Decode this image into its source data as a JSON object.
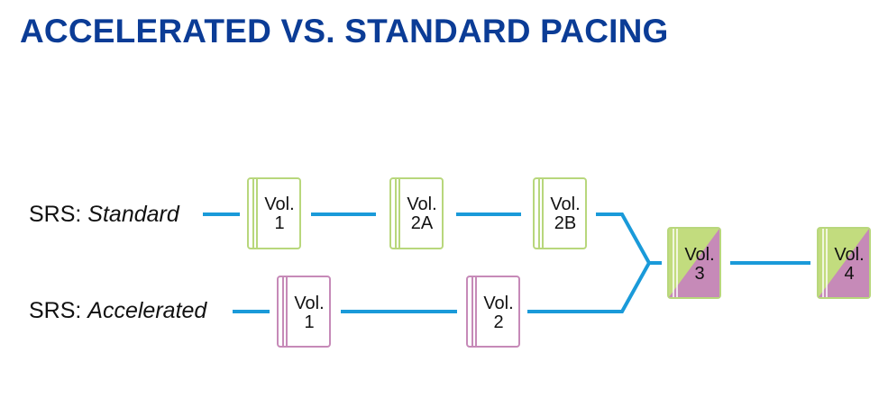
{
  "title": "ACCELERATED VS. STANDARD PACING",
  "tracks": {
    "standard": {
      "prefix": "SRS: ",
      "mode": "Standard"
    },
    "accelerated": {
      "prefix": "SRS: ",
      "mode": "Accelerated"
    }
  },
  "books": {
    "std_vol1": {
      "line1": "Vol.",
      "line2": "1"
    },
    "std_vol2a": {
      "line1": "Vol.",
      "line2": "2A"
    },
    "std_vol2b": {
      "line1": "Vol.",
      "line2": "2B"
    },
    "acc_vol1": {
      "line1": "Vol.",
      "line2": "1"
    },
    "acc_vol2": {
      "line1": "Vol.",
      "line2": "2"
    },
    "vol3": {
      "line1": "Vol.",
      "line2": "3"
    },
    "vol4": {
      "line1": "Vol.",
      "line2": "4"
    }
  },
  "colors": {
    "title": "#0b3c96",
    "connector": "#1a9ad9",
    "standard_book_border": "#b8d77c",
    "accelerated_book_border": "#c68ab8",
    "shared_book_green": "#c2dc7e",
    "shared_book_pink": "#c68ab8"
  }
}
